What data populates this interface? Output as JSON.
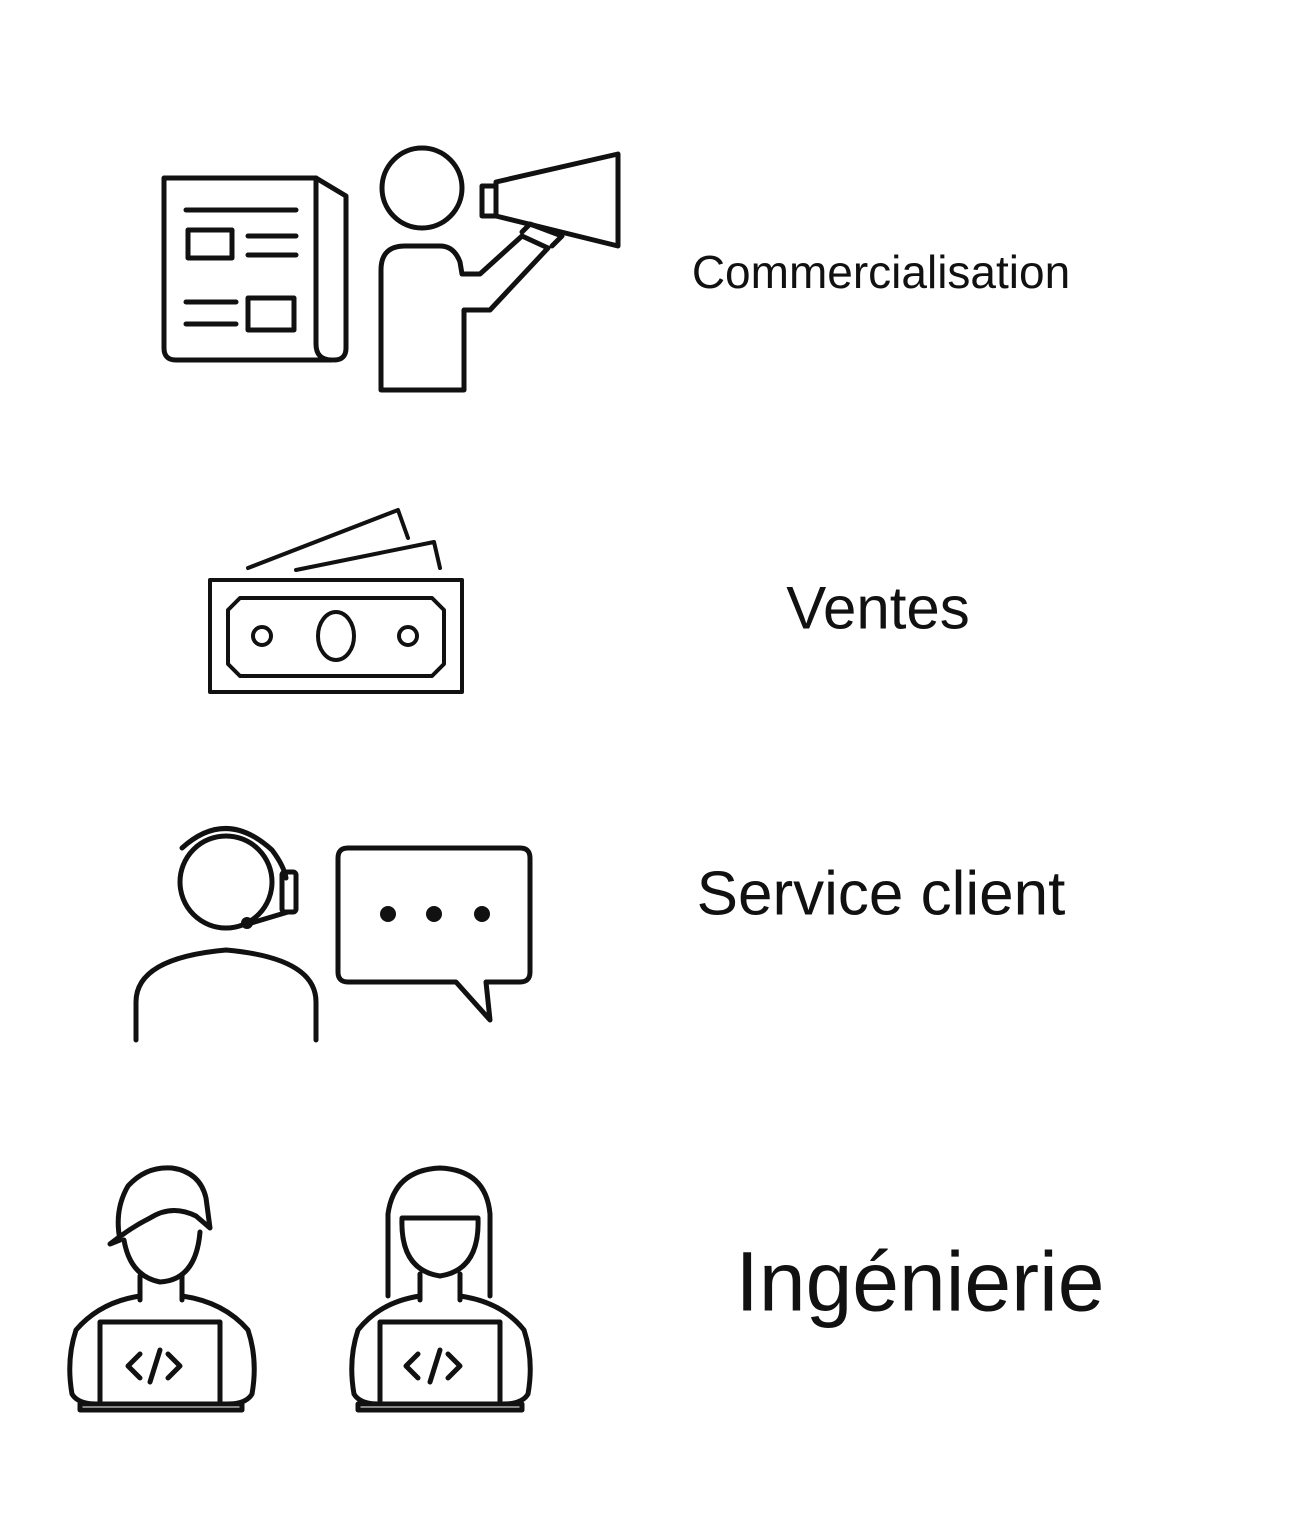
{
  "departments": [
    {
      "icon": "newspaper-megaphone-icon",
      "label": "Commercialisation"
    },
    {
      "icon": "banknotes-icon",
      "label": "Ventes"
    },
    {
      "icon": "headset-agent-chat-icon",
      "label": "Service client"
    },
    {
      "icon": "developers-laptop-icon",
      "label": "Ingénierie"
    }
  ],
  "colors": {
    "background": "#ffffff",
    "stroke": "#111111",
    "text": "#111111"
  }
}
